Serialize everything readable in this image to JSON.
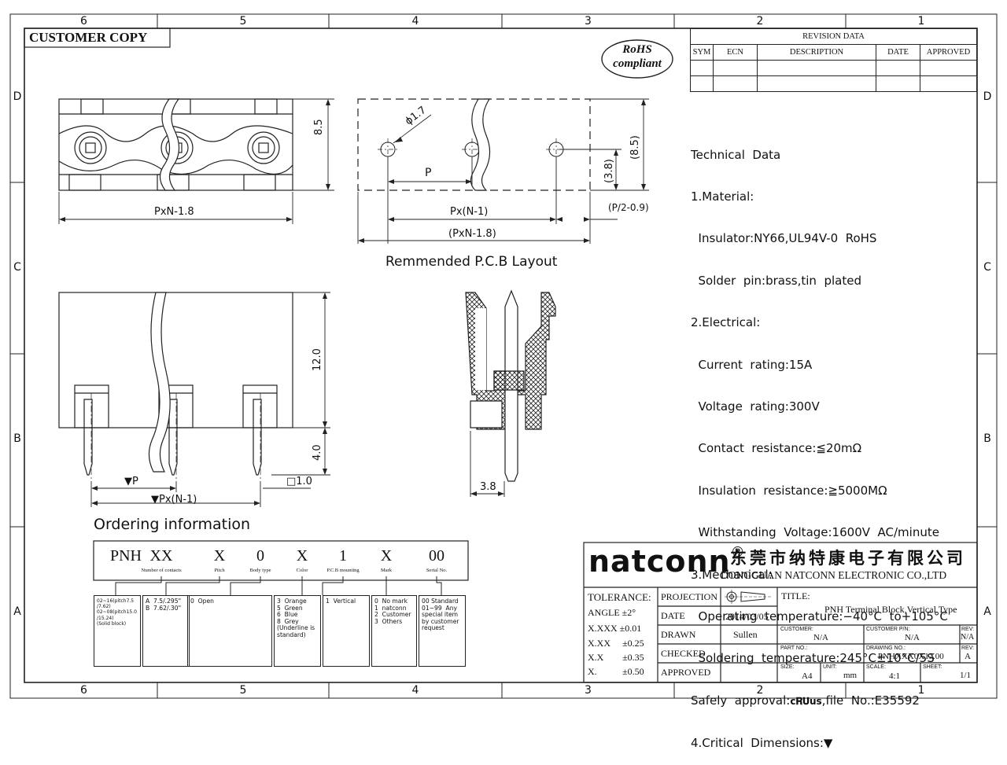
{
  "zones": {
    "columns": [
      "6",
      "5",
      "4",
      "3",
      "2",
      "1"
    ],
    "rows": [
      "D",
      "C",
      "B",
      "A"
    ]
  },
  "customer_copy": "CUSTOMER COPY",
  "rohs": {
    "line1": "RoHS",
    "line2": "compliant"
  },
  "revision": {
    "title": "REVISION DATA",
    "headers": [
      "SYM",
      "ECN",
      "DESCRIPTION",
      "DATE",
      "APPROVED"
    ]
  },
  "drawing_labels": {
    "top_height": "8.5",
    "top_length": "PxN-1.8",
    "pcb_hole_dia": "ϕ1.7",
    "pcb_pitch": "P",
    "pcb_height_paren": "(8.5)",
    "pcb_hole_offset": "(3.8)",
    "pcb_span": "Px(N-1)",
    "pcb_total": "(PxN-1.8)",
    "pcb_edge": "(P/2-0.9)",
    "pcb_caption": "Remmended P.C.B Layout",
    "front_height": "12.0",
    "front_pin_len": "4.0",
    "front_pin_sq": "□1.0",
    "front_pitch": "▼P",
    "front_span": "▼Px(N-1)",
    "side_width": "3.8"
  },
  "technical_data": [
    "Technical  Data",
    "1.Material:",
    "  Insulator:NY66,UL94V-0  RoHS",
    "  Solder  pin:brass,tin  plated",
    "2.Electrical:",
    "  Current  rating:15A",
    "  Voltage  rating:300V",
    "  Contact  resistance:≦20mΩ",
    "  Insulation  resistance:≧5000MΩ",
    "  Withstanding  Voltage:1600V  AC/minute",
    "3.Mechanical:",
    "  Operating  temperature:−40°C  to+105°C",
    "  Soldering  temperature:245°C±10°C/5S",
    "Safely  approval:",
    "4.Critical  Dimensions:▼"
  ],
  "ul_mark": "c𝐑𝐔us",
  "ul_file": ",file  No.:E35592",
  "ordering": {
    "heading": "Ordering  information",
    "codes": [
      {
        "code": "PNH",
        "label": ""
      },
      {
        "code": "XX",
        "label": "Number of contacts"
      },
      {
        "code": "X",
        "label": "Pitch"
      },
      {
        "code": "0",
        "label": "Body type"
      },
      {
        "code": "X",
        "label": "Color"
      },
      {
        "code": "1",
        "label": "P.C.B mounting"
      },
      {
        "code": "X",
        "label": "Mark"
      },
      {
        "code": "00",
        "label": "Serial No."
      }
    ],
    "boxes": [
      "02~16(pitch7.5\n/7.62)\n02~08(pitch15.0\n/15.24)\n(Solid block)",
      "A  7.5/.295\"\nB  7.62/.30\"",
      "0  Open",
      "3  Orange\n5  Green\n6  Blue\n8  Grey\n(Underline is\nstandard)",
      "1  Vertical",
      "0  No mark\n1  natconn\n2  Customer\n3  Others",
      "00 Standard\n01~99  Any\nspecial item\nby customer\nrequest"
    ]
  },
  "title_block": {
    "brand": "natconn",
    "reg": "®",
    "company_cn": "东莞市纳特康电子有限公司",
    "company_en": "DONGGUAN NATCONN ELECTRONIC CO.,LTD",
    "tolerance_label": "TOLERANCE:",
    "tolerances": [
      {
        "k": "ANGLE",
        "v": "±2°"
      },
      {
        "k": "X.XXX",
        "v": "±0.01"
      },
      {
        "k": "X.XX",
        "v": "±0.25"
      },
      {
        "k": "X.X",
        "v": "±0.35"
      },
      {
        "k": "X.",
        "v": "±0.50"
      }
    ],
    "projection": "PROJECTION",
    "date_label": "DATE",
    "date": "2014/03/05",
    "drawn_label": "DRAWN",
    "drawn": "Sullen",
    "checked_label": "CHECKED",
    "approved_label": "APPROVED",
    "title_label": "TITLE:",
    "title": "PNH  Terminal Block,Vertical Type",
    "customer_label": "CUSTOMER:",
    "customer": "N/A",
    "customer_pn_label": "CUSTOMER P/N:",
    "customer_pn": "N/A",
    "rev_label": "REV:",
    "rev_top": "N/A",
    "part_no_label": "PART NO.:",
    "drawing_no_label": "DRAWING NO.:",
    "drawing_no": "PNHXXX0X1X00",
    "rev": "A",
    "size_label": "SIZE:",
    "size": "A4",
    "unit_label": "UNIT:",
    "unit": "mm",
    "scale_label": "SCALE:",
    "scale": "4:1",
    "sheet_label": "SHEET:",
    "sheet": "1/1"
  }
}
